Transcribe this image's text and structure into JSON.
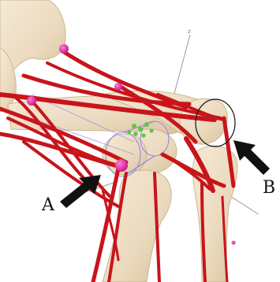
{
  "figure": {
    "labels": {
      "a": "A",
      "b": "B"
    },
    "axis_marker": "z"
  },
  "colors": {
    "background": "#ffffff",
    "bone": "#eedfc6",
    "bone_shadow": "#d9c5a3",
    "muscle": "#c8141b",
    "muscle_dark": "#9a0d12",
    "marker": "#e0269e",
    "contact_point": "#5cc93a",
    "joint_cylinder": "#8f87e6",
    "axis_line": "#9a9a9a",
    "arrow": "#111111"
  }
}
